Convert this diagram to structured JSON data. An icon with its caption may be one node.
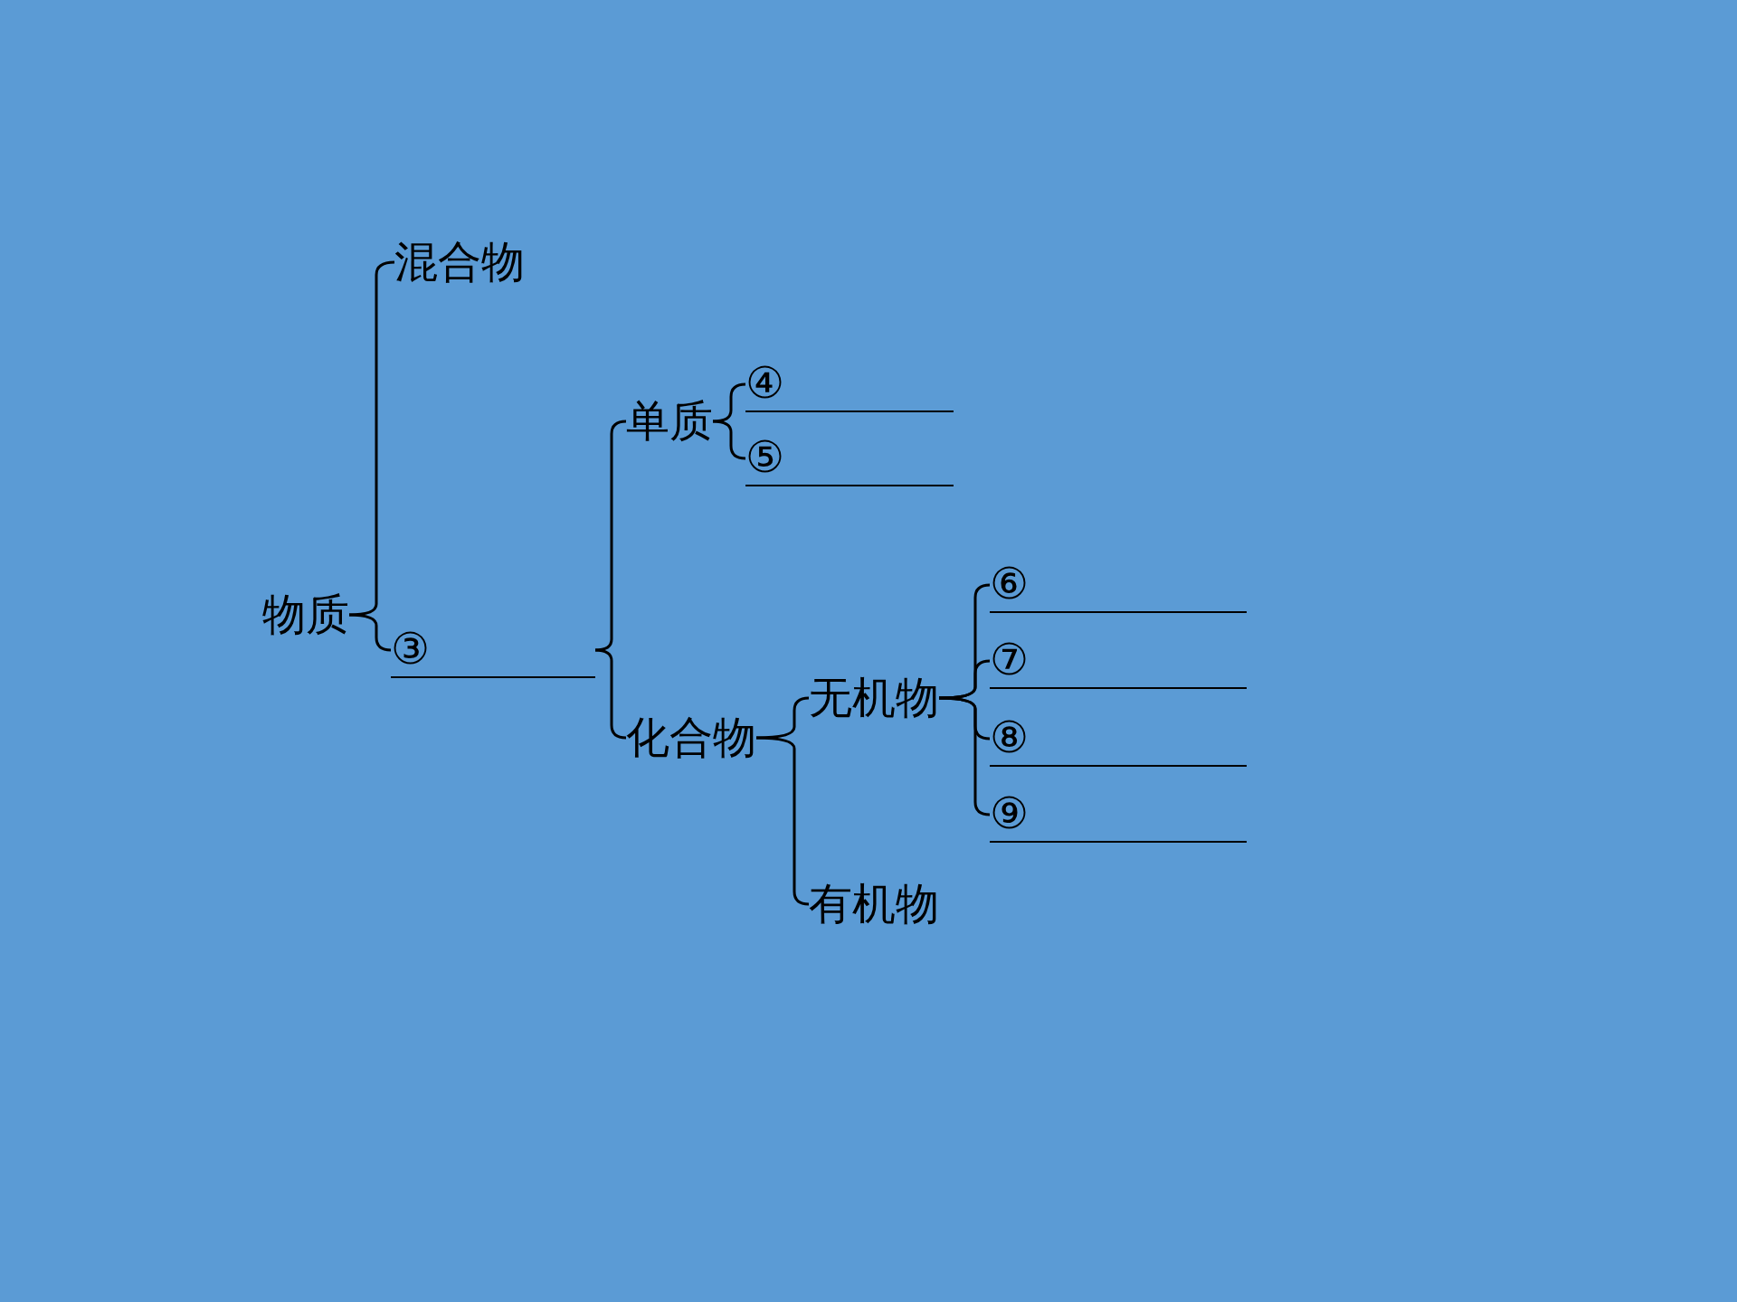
{
  "diagram": {
    "nodes": [
      {
        "text": [
          "物质"
        ]
      },
      {
        "text": [
          "混合物"
        ]
      },
      {
        "text": [
          "③"
        ]
      },
      {
        "text": [
          "单质"
        ]
      },
      {
        "text": [
          "④"
        ]
      },
      {
        "text": [
          "⑤"
        ]
      },
      {
        "text": [
          "化合物"
        ]
      },
      {
        "text": [
          "无机物"
        ]
      },
      {
        "text": [
          "⑥"
        ]
      },
      {
        "text": [
          "⑦"
        ]
      },
      {
        "text": [
          "⑧"
        ]
      },
      {
        "text": [
          "⑨"
        ]
      },
      {
        "text": [
          "有机物"
        ]
      }
    ],
    "edges": [
      {
        "from": 0,
        "to": 1,
        "arrow": "none"
      },
      {
        "from": 0,
        "to": 2,
        "arrow": "none"
      },
      {
        "from": 2,
        "to": 3,
        "arrow": "none"
      },
      {
        "from": 2,
        "to": 6,
        "arrow": "none"
      },
      {
        "from": 3,
        "to": 4,
        "arrow": "none"
      },
      {
        "from": 3,
        "to": 5,
        "arrow": "none"
      },
      {
        "from": 6,
        "to": 7,
        "arrow": "none"
      },
      {
        "from": 6,
        "to": 12,
        "arrow": "none"
      },
      {
        "from": 7,
        "to": 8,
        "arrow": "none"
      },
      {
        "from": 7,
        "to": 9,
        "arrow": "none"
      },
      {
        "from": 7,
        "to": 10,
        "arrow": "none"
      },
      {
        "from": 7,
        "to": 11,
        "arrow": "none"
      }
    ]
  }
}
